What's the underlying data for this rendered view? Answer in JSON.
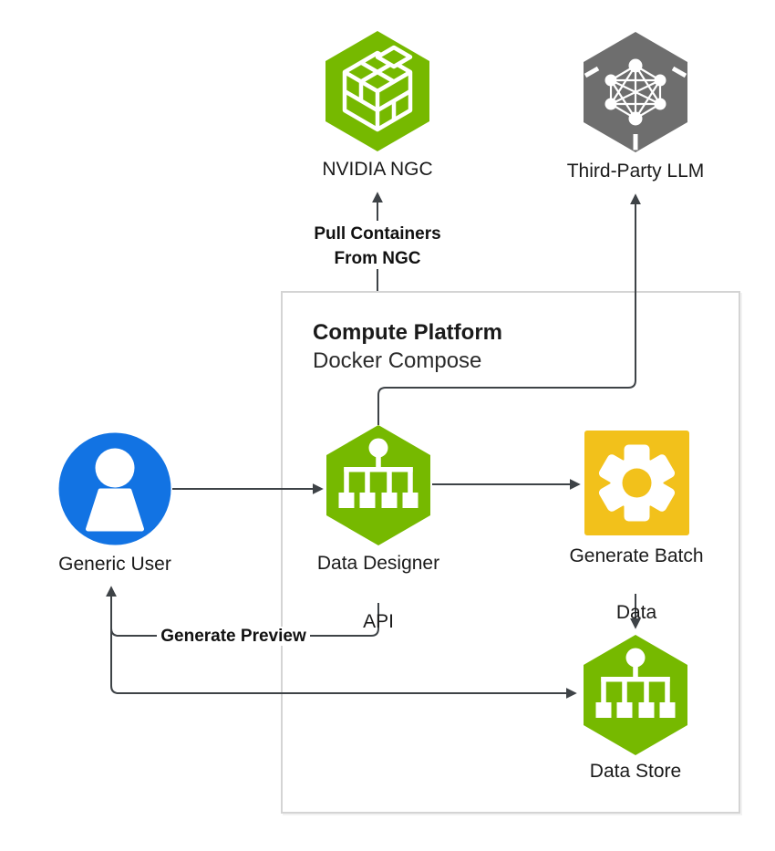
{
  "diagram": {
    "container": {
      "title": "Compute Platform",
      "subtitle": "Docker Compose"
    },
    "nodes": {
      "nvidia_ngc": {
        "label": "NVIDIA NGC",
        "icon": "ngc-cube-hexagon-icon",
        "color": "#76B900"
      },
      "third_party_llm": {
        "label": "Third-Party LLM",
        "icon": "neural-network-hexagon-icon",
        "color": "#6E6E6E"
      },
      "generic_user": {
        "label": "Generic User",
        "icon": "user-circle-icon",
        "color": "#1273E3"
      },
      "data_designer_api": {
        "label_line1": "Data Designer",
        "label_line2": "API",
        "icon": "tree-hexagon-icon",
        "color": "#76B900"
      },
      "generate_batch_data": {
        "label_line1": "Generate Batch",
        "label_line2": "Data",
        "icon": "gear-square-icon",
        "color": "#F2C11B"
      },
      "data_store": {
        "label": "Data Store",
        "icon": "tree-hexagon-icon",
        "color": "#76B900"
      }
    },
    "edge_labels": {
      "pull_containers_line1": "Pull Containers",
      "pull_containers_line2": "From NGC",
      "generate_preview": "Generate Preview"
    },
    "edges": [
      {
        "from": "compute-platform",
        "to": "nvidia-ngc",
        "label": "Pull Containers From NGC"
      },
      {
        "from": "data-designer-api",
        "to": "third-party-llm",
        "label": ""
      },
      {
        "from": "generic-user",
        "to": "data-designer-api",
        "label": ""
      },
      {
        "from": "data-designer-api",
        "to": "generate-batch-data",
        "label": ""
      },
      {
        "from": "generate-batch-data",
        "to": "data-store",
        "label": ""
      },
      {
        "from": "data-designer-api",
        "to": "generic-user",
        "label": "Generate Preview"
      },
      {
        "from": "generic-user",
        "to": "data-store",
        "label": ""
      }
    ],
    "colors": {
      "nvidia_green": "#76B900",
      "llm_gray": "#6E6E6E",
      "user_blue": "#1273E3",
      "batch_yellow": "#F2C11B",
      "arrow": "#3E4347",
      "box_border": "#D4D4D4"
    }
  }
}
